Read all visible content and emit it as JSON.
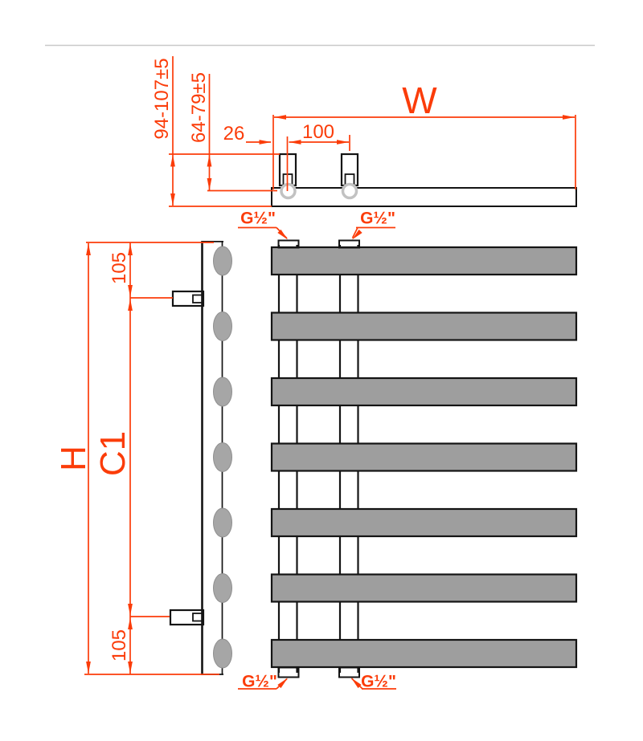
{
  "colors": {
    "dimension_red": "#fb3c09",
    "panel_gray": "#9e9e9e",
    "line_black": "#141414",
    "divider_gray": "#c9c9c9",
    "section_gray": "#a6a6a6"
  },
  "top_view": {
    "width_label": "W",
    "valve_edge_offset": "26",
    "valve_spacing": "100",
    "wall_clearance_range": "94-107±5",
    "pipe_axis_clearance_range": "64-79±5",
    "connections": [
      "G½\"",
      "G½\""
    ]
  },
  "front_view": {
    "panel_count": 7,
    "collector_count": 2,
    "connections": [
      "G½\"",
      "G½\""
    ]
  },
  "side_view": {
    "height_label": "H",
    "bracket_span_label": "C1",
    "bracket_offset_top": "105",
    "bracket_offset_bottom": "105",
    "bracket_count": 2
  }
}
